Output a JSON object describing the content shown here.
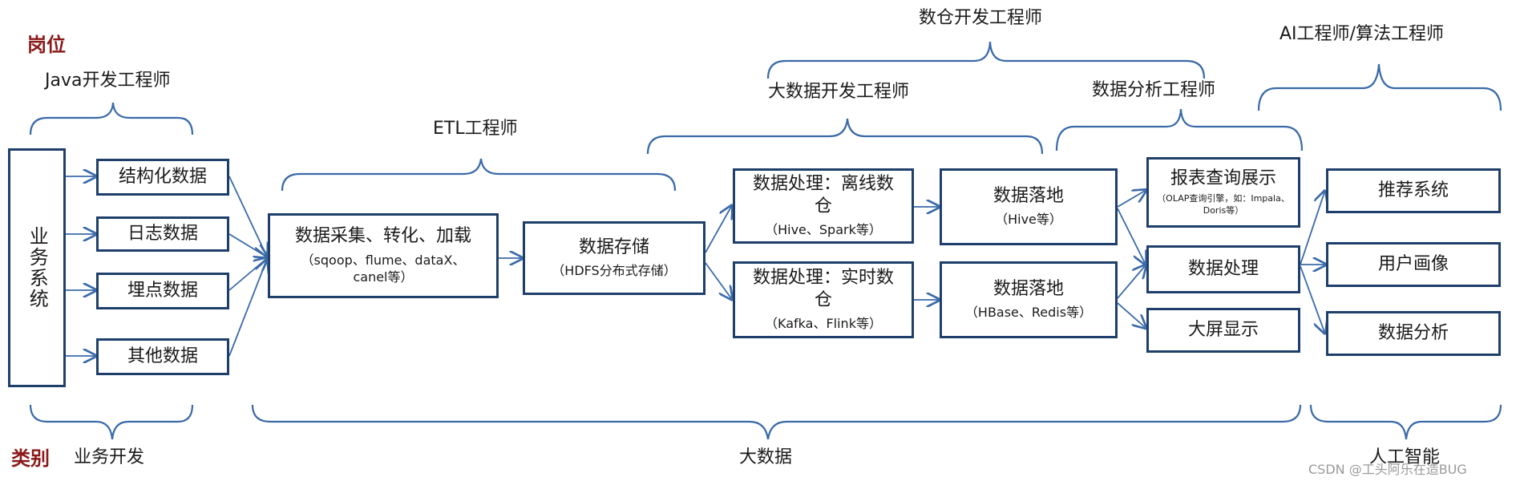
{
  "headings": {
    "positions": "岗位",
    "categories": "类别"
  },
  "roles": {
    "java_dev": "Java开发工程师",
    "etl": "ETL工程师",
    "big_data_dev": "大数据开发工程师",
    "dw_dev": "数仓开发工程师",
    "data_analyst": "数据分析工程师",
    "ai_algo": "AI工程师/算法工程师"
  },
  "categories": {
    "business": "业务开发",
    "big_data": "大数据",
    "ai": "人工智能"
  },
  "boxes": {
    "business_system": "业务系统",
    "structured": "结构化数据",
    "log": "日志数据",
    "tracking": "埋点数据",
    "other": "其他数据",
    "ingest_title": "数据采集、转化、加载",
    "ingest_sub": "（sqoop、flume、dataX、canel等）",
    "storage_title": "数据存储",
    "storage_sub": "（HDFS分布式存储）",
    "offline_title": "数据处理：离线数仓",
    "offline_sub": "（Hive、Spark等）",
    "realtime_title": "数据处理：实时数仓",
    "realtime_sub": "（Kafka、Flink等）",
    "land1_title": "数据落地",
    "land1_sub": "（Hive等）",
    "land2_title": "数据落地",
    "land2_sub": "（HBase、Redis等）",
    "report_title": "报表查询展示",
    "report_sub": "（OLAP查询引擎，如：Impala、Doris等）",
    "processing": "数据处理",
    "big_screen": "大屏显示",
    "recommend": "推荐系统",
    "user_profile": "用户画像",
    "analysis": "数据分析"
  },
  "watermark": "CSDN @工头阿乐在造BUG",
  "colors": {
    "box_border": "#1f3f6b",
    "connector": "#3a6aa8",
    "heading": "#8b1a1a"
  }
}
